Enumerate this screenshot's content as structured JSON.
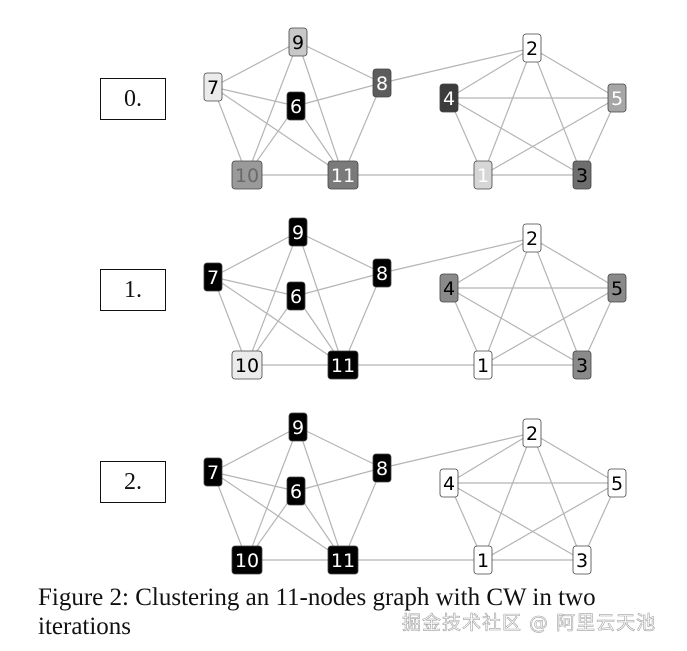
{
  "figure": {
    "iterations": [
      {
        "label": "0.",
        "node_colors": {
          "1": "#d6d6d6",
          "2": "#ffffff",
          "3": "#6e6e6e",
          "4": "#3c3c3c",
          "5": "#a6a6a6",
          "6": "#000000",
          "7": "#ebebeb",
          "8": "#5c5c5c",
          "9": "#c8c8c8",
          "10": "#9a9a9a",
          "11": "#7a7a7a"
        },
        "text_colors": {
          "1": "#ffffff",
          "2": "#000000",
          "3": "#000000",
          "4": "#ffffff",
          "5": "#ffffff",
          "6": "#ffffff",
          "7": "#000000",
          "8": "#ffffff",
          "9": "#000000",
          "10": "#6a6a6a",
          "11": "#ffffff"
        }
      },
      {
        "label": "1.",
        "node_colors": {
          "1": "#ffffff",
          "2": "#ffffff",
          "3": "#8a8a8a",
          "4": "#8a8a8a",
          "5": "#8a8a8a",
          "6": "#000000",
          "7": "#000000",
          "8": "#000000",
          "9": "#000000",
          "10": "#ebebeb",
          "11": "#000000"
        },
        "text_colors": {
          "1": "#000000",
          "2": "#000000",
          "3": "#000000",
          "4": "#000000",
          "5": "#000000",
          "6": "#ffffff",
          "7": "#ffffff",
          "8": "#ffffff",
          "9": "#ffffff",
          "10": "#000000",
          "11": "#ffffff"
        }
      },
      {
        "label": "2.",
        "node_colors": {
          "1": "#ffffff",
          "2": "#ffffff",
          "3": "#ffffff",
          "4": "#ffffff",
          "5": "#ffffff",
          "6": "#000000",
          "7": "#000000",
          "8": "#000000",
          "9": "#000000",
          "10": "#000000",
          "11": "#000000"
        },
        "text_colors": {
          "1": "#000000",
          "2": "#000000",
          "3": "#000000",
          "4": "#000000",
          "5": "#000000",
          "6": "#ffffff",
          "7": "#ffffff",
          "8": "#ffffff",
          "9": "#ffffff",
          "10": "#ffffff",
          "11": "#ffffff"
        }
      }
    ],
    "nodes": [
      "1",
      "2",
      "3",
      "4",
      "5",
      "6",
      "7",
      "8",
      "9",
      "10",
      "11"
    ],
    "edges": [
      [
        "9",
        "7"
      ],
      [
        "9",
        "8"
      ],
      [
        "9",
        "10"
      ],
      [
        "9",
        "11"
      ],
      [
        "7",
        "6"
      ],
      [
        "7",
        "10"
      ],
      [
        "7",
        "11"
      ],
      [
        "6",
        "8"
      ],
      [
        "6",
        "10"
      ],
      [
        "6",
        "11"
      ],
      [
        "8",
        "11"
      ],
      [
        "10",
        "11"
      ],
      [
        "8",
        "2"
      ],
      [
        "11",
        "1"
      ],
      [
        "2",
        "4"
      ],
      [
        "2",
        "5"
      ],
      [
        "2",
        "1"
      ],
      [
        "2",
        "3"
      ],
      [
        "4",
        "5"
      ],
      [
        "4",
        "1"
      ],
      [
        "4",
        "3"
      ],
      [
        "5",
        "1"
      ],
      [
        "5",
        "3"
      ],
      [
        "1",
        "3"
      ]
    ],
    "edge_color": "#b4b4b4"
  },
  "caption": "Figure 2: Clustering an 11-nodes graph with CW in two iterations",
  "watermark": "掘金技术社区 @ 阿里云天池"
}
